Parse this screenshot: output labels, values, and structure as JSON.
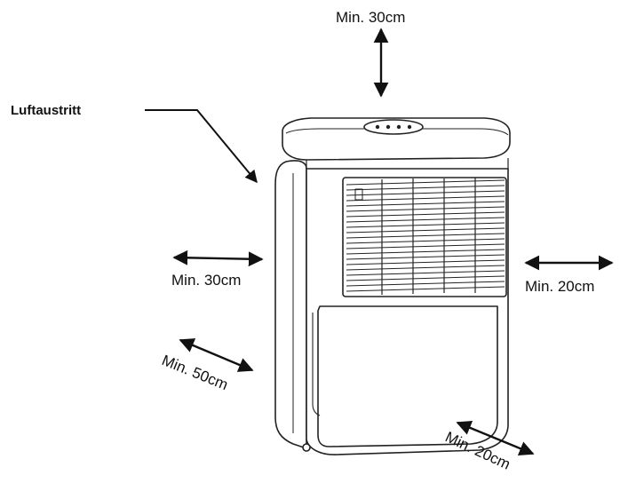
{
  "labels": {
    "air_outlet": "Luftaustritt",
    "top_clearance": "Min. 30cm",
    "left_clearance": "Min. 30cm",
    "right_clearance": "Min. 20cm",
    "front_clearance": "Min. 50cm",
    "back_clearance": "Min. 20cm"
  }
}
